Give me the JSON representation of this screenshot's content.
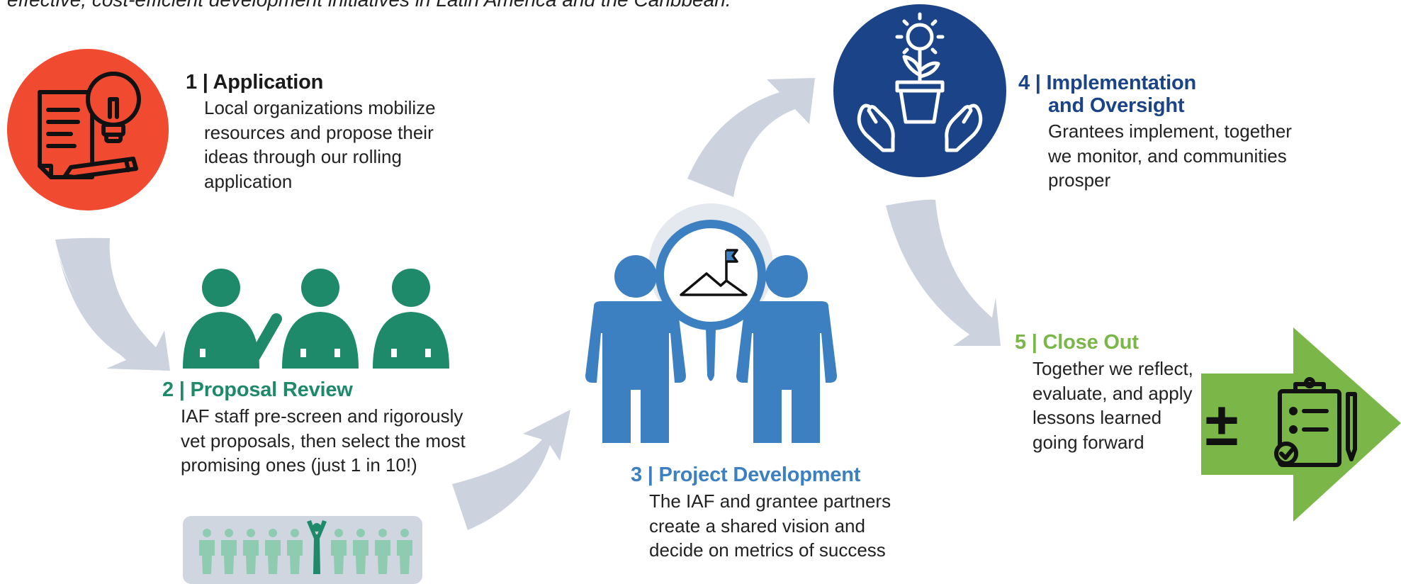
{
  "intro_text": "effective, cost-efficient development initiatives in Latin America and the Caribbean.",
  "colors": {
    "step1": "#f04a30",
    "step2": "#1e8a6a",
    "step3": "#3d80c2",
    "step4": "#1b4488",
    "step5": "#7ab648",
    "arrow": "#ccd3df"
  },
  "steps": [
    {
      "title": "1 | Application",
      "body": "Local organizations mobilize resources and propose their ideas through our rolling application",
      "icon": "lightbulb-document-icon"
    },
    {
      "title": "2 | Proposal Review",
      "body": "IAF staff pre-screen and rigorously vet proposals, then select the most promising ones (just 1 in 10!)",
      "icon": "reviewers-checkmark-icon"
    },
    {
      "title": "3 | Project Development",
      "body": "The IAF and grantee partners create a shared vision and decide on metrics of success",
      "icon": "people-magnifier-icon"
    },
    {
      "title": "4 | Implementation and Oversight",
      "title_line1": "4 | Implementation",
      "title_line2": "and Oversight",
      "body": "Grantees implement, together we monitor, and communities prosper",
      "icon": "hands-plant-icon"
    },
    {
      "title": "5 | Close Out",
      "body": "Together we reflect, evaluate, and apply lessons learned going forward",
      "icon": "clipboard-arrow-icon"
    }
  ],
  "selection_ratio": {
    "selected": 1,
    "total": 10
  },
  "plus_minus_symbol": "±"
}
